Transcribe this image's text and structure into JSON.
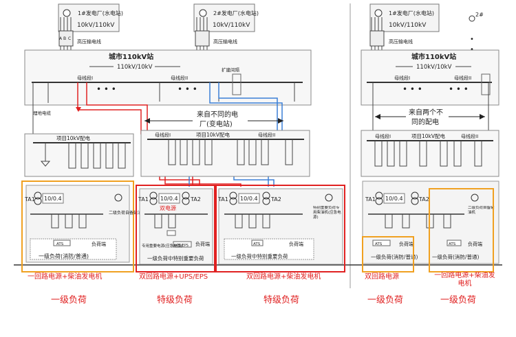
{
  "left_panel": {
    "plant1": {
      "title": "1#发电厂(水电站)",
      "voltage": "10kV/110kV"
    },
    "plant2": {
      "title": "2#发电厂(水电站)",
      "voltage": "10kV/110kV"
    },
    "line_label": "高压输电线",
    "phase_letters": [
      "A",
      "B",
      "C"
    ],
    "station_title": "城市110kV站",
    "station_ratio": "110kV/10kV",
    "bus1": "母线段I",
    "bus2": "母线段II",
    "expand": "扩建间隔",
    "cable": "埋地电缆",
    "note": "来自不同的电厂(变电站)",
    "project_title": "项目10kV配电",
    "sub_bus1": "母线段I",
    "sub_bus2": "母线段II",
    "tx_ratio": "10/0.4",
    "ta1": "TA1",
    "ta2": "TA2",
    "diesel": "二级负荷自备柴油机",
    "special_diesel": "特别重要负荷专用柴油机(应急电源)",
    "dual_power": "双电源",
    "ups_label": "UPS/EPS",
    "ups_note": "专用重要电源(应急电源)",
    "ats": "ATS",
    "load_end": "负荷端",
    "load_a": "一级负荷(消防/普通)",
    "load_b": "一级负荷中特别重要负荷",
    "load_c": "一级负荷中特别重要负荷",
    "bottom_a": "一回路电源+柴油发电机",
    "bottom_b": "双回路电源+UPS/EPS",
    "bottom_c": "双回路电源+柴油发电机",
    "grade_a": "一级负荷",
    "grade_b": "特级负荷",
    "grade_c": "特级负荷"
  },
  "right_panel": {
    "plant1": {
      "title": "1#发电厂(水电站)",
      "voltage": "10kV/110kV"
    },
    "plant2": "2#",
    "line_label": "高压输电线",
    "station_title": "城市110kV站",
    "station_ratio": "110kV/10kV",
    "bus1": "母线段I",
    "bus2": "母线段II",
    "note": "来自两个不同的配电",
    "project_title": "项目10kV配电",
    "sub_bus1": "母线段I",
    "sub_bus2": "母线段II",
    "tx_ratio": "10/0.4",
    "ta1": "TA1",
    "ta2": "TA2",
    "diesel": "二级负荷自备柴油机",
    "ats": "ATS",
    "load_end": "负荷端",
    "load_a": "一级负荷(消防/普通)",
    "load_b": "一级负荷(消防/普通)",
    "bottom_a": "双回路电源",
    "bottom_b": "一回路电源+柴油发电机",
    "grade_a": "一级负荷",
    "grade_b": "一级负荷"
  },
  "colors": {
    "red": "#e02020",
    "blue": "#3a7fd5",
    "orange": "#f0a020",
    "line": "#333333"
  }
}
